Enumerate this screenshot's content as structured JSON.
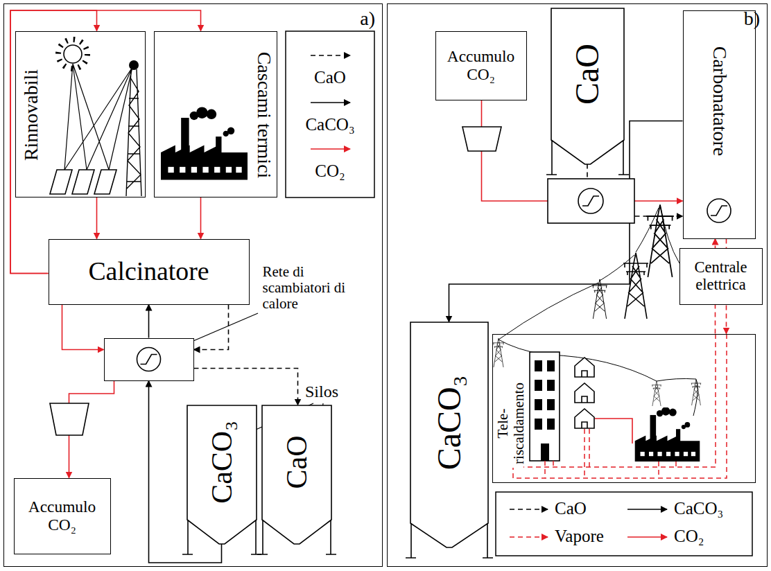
{
  "diagram": {
    "nodes": [
      {
        "text": [
          "a)"
        ]
      },
      {
        "text": [
          "Rinnovabili"
        ],
        "in": 0
      },
      {
        "text": [
          "Cascami termici"
        ],
        "in": 0
      },
      {
        "text": [
          "Calcinatore"
        ],
        "in": 0
      },
      {
        "text": [
          "Rete di scambiatori di calore"
        ],
        "in": 0
      },
      {
        "text": [
          "CaCO₃"
        ],
        "in": 0
      },
      {
        "text": [
          "CaO"
        ],
        "in": 0
      },
      {
        "text": [
          "Accumulo CO₂"
        ],
        "in": 0
      },
      {
        "text": [
          "b)"
        ]
      },
      {
        "text": [
          "Accumulo CO₂"
        ],
        "in": 8
      },
      {
        "text": [
          "CaO"
        ],
        "in": 8
      },
      {
        "text": [
          "Carbonatatore"
        ],
        "in": 8
      },
      {
        "text": [
          "Centrale elettrica"
        ],
        "in": 8
      },
      {
        "text": [
          "Tele- riscaldamento"
        ],
        "in": 8
      },
      {
        "text": [
          "CaCO₃"
        ],
        "in": 8
      }
    ],
    "edges": [
      {
        "from": 3,
        "to": 1,
        "arrow": "to"
      },
      {
        "from": 3,
        "to": 2,
        "arrow": "to"
      },
      {
        "from": 1,
        "to": 3,
        "arrow": "to"
      },
      {
        "from": 2,
        "to": 3,
        "arrow": "to"
      },
      {
        "from": 3,
        "to": 4,
        "arrow": "to"
      },
      {
        "from": 3,
        "to": 4,
        "arrow": "to"
      },
      {
        "from": 4,
        "to": 3,
        "arrow": "to"
      },
      {
        "from": 4,
        "to": 7,
        "arrow": "to"
      },
      {
        "from": 4,
        "to": 6,
        "arrow": "to"
      },
      {
        "from": 5,
        "to": 4,
        "arrow": "to"
      },
      {
        "from": 9,
        "to": 11,
        "arrow": "to"
      },
      {
        "from": 10,
        "to": 11,
        "arrow": "to"
      },
      {
        "from": 11,
        "to": 14,
        "arrow": "to"
      },
      {
        "from": 11,
        "to": 13,
        "arrow": "to"
      },
      {
        "from": 13,
        "to": 11,
        "arrow": "to"
      }
    ],
    "labels": [
      "Silos"
    ],
    "legend": [
      {
        "text": "CaO"
      },
      {
        "text": "CaCO₃"
      },
      {
        "text": "CO₂"
      },
      {
        "text": "CaO"
      },
      {
        "text": "CaCO₃"
      },
      {
        "text": "Vapore"
      },
      {
        "text": "CO₂"
      }
    ]
  }
}
